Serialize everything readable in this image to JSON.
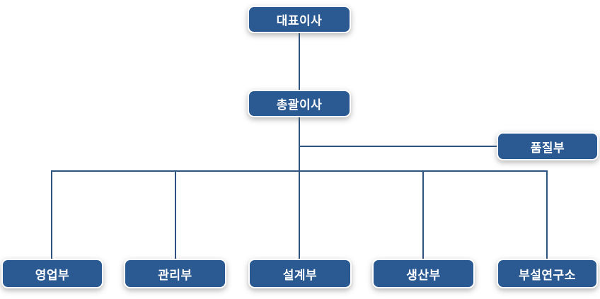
{
  "org_chart": {
    "title": "organization-chart",
    "root": {
      "label": "대표이사"
    },
    "executive": {
      "label": "총괄이사"
    },
    "staff_branch": {
      "label": "품질부"
    },
    "departments": [
      {
        "label": "영업부"
      },
      {
        "label": "관리부"
      },
      {
        "label": "설계부"
      },
      {
        "label": "생산부"
      },
      {
        "label": "부설연구소"
      }
    ],
    "colors": {
      "node_fill": "#2B5991",
      "node_text": "#ffffff",
      "node_border": "#ffffff",
      "connector": "#2E537E",
      "background": "#ffffff"
    }
  }
}
